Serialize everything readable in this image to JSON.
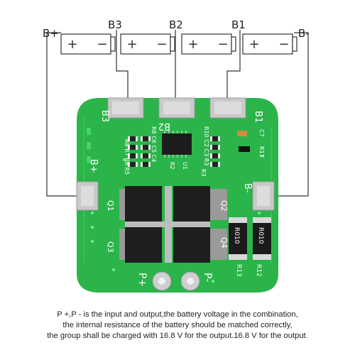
{
  "battery_labels": {
    "b_plus": "B+",
    "b3": "B3",
    "b2": "B2",
    "b1": "B1",
    "b_minus": "B-"
  },
  "cell_polarity": {
    "plus": "+",
    "minus": "−"
  },
  "pcb_labels": {
    "b3": "B3",
    "b2": "B2",
    "b1": "B1",
    "b_plus": "B+",
    "b_minus": "B-",
    "p_plus": "P+",
    "p_minus": "P-",
    "q1": "Q1",
    "q2": "Q2",
    "q3": "Q3",
    "q4": "Q4",
    "u1": "U1",
    "r10_value": "R010",
    "r11": "R11",
    "r12": "R12",
    "r13": "R13",
    "c7": "C7",
    "rc_left_row1": "R8 C6 C5 C4",
    "rc_left_row2": "R8 R7 R6 R5",
    "rc_right": "R10 C2 C3 R3",
    "r2": "R2",
    "r3": "R3"
  },
  "colors": {
    "pcb_green": "#2bb44a",
    "wire": "#333333",
    "pad": "#c9c9c9",
    "mosfet": "#1e1e1e"
  },
  "caption": {
    "line1": "P +,P -  is the input and output,the battery voltage in the combination,",
    "line2": "the internal resistance of the battery should be matched correctly,",
    "line3": "the group shall be charged with 16.8 V for the output.16.8 V for the output."
  }
}
